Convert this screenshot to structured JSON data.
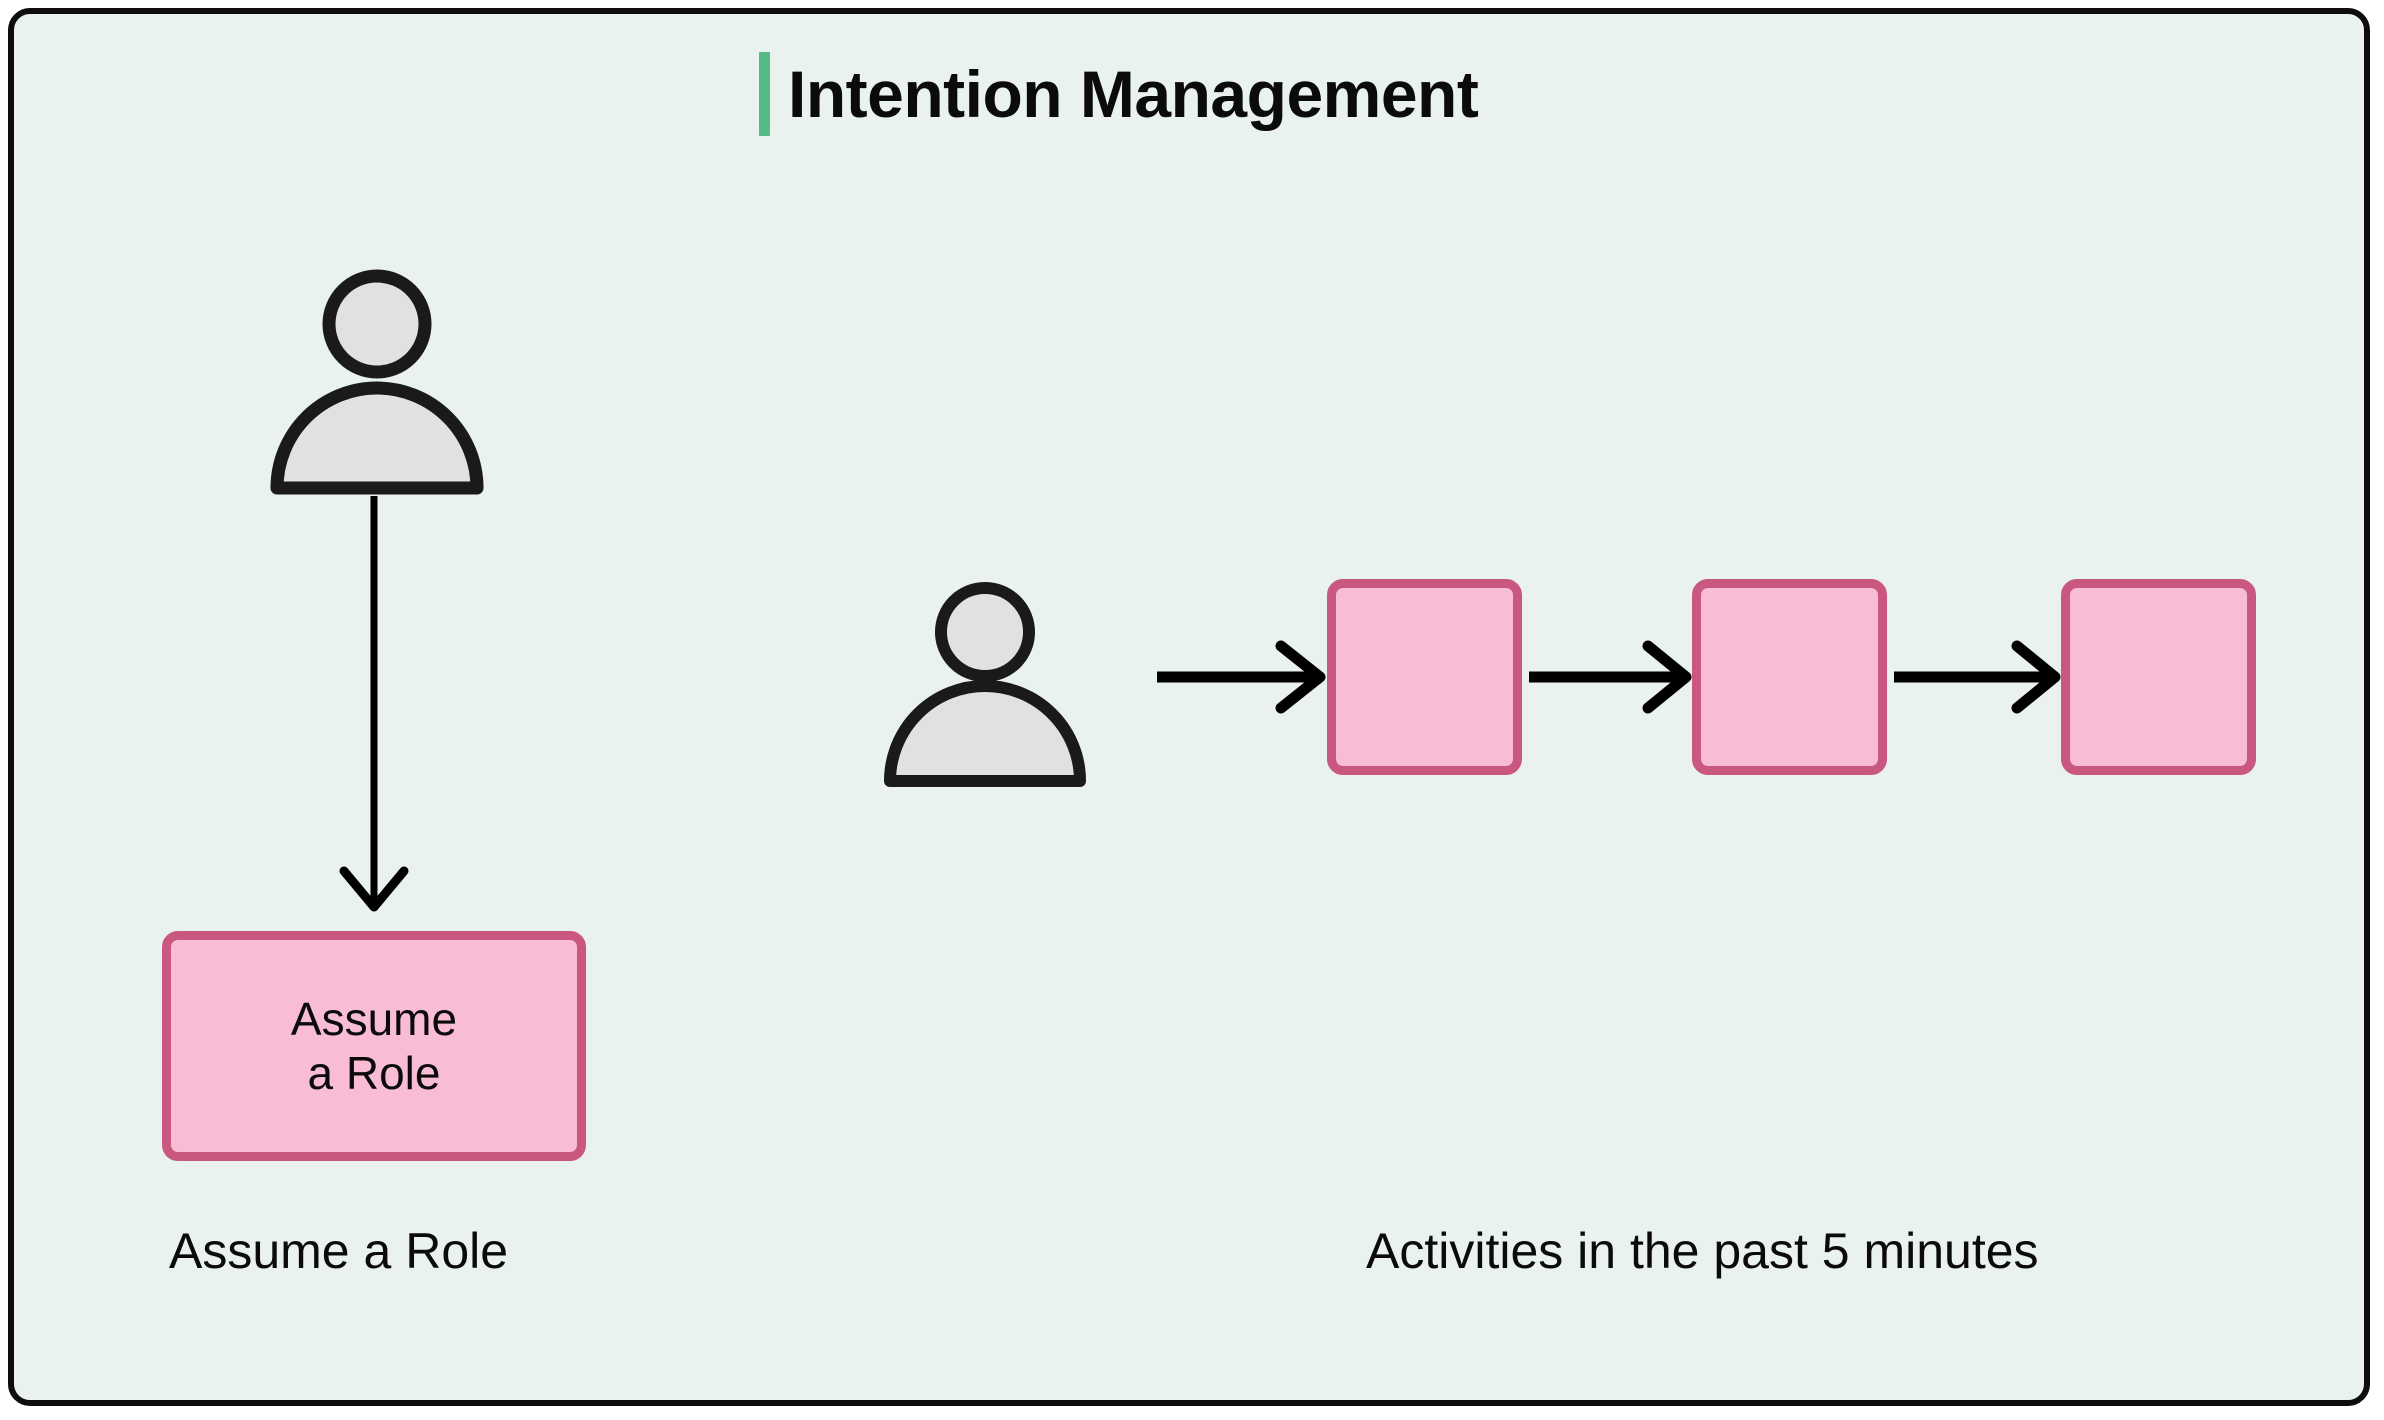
{
  "panel": {
    "background_color": "#E9F2EF",
    "border_color": "#0D0D0D"
  },
  "header": {
    "title": "Intention Management",
    "accent_color": "#53BB86"
  },
  "colors": {
    "pink_fill": "#F9BCD5",
    "pink_border": "#C95780",
    "person_fill": "#E2E1E1",
    "person_stroke": "#1A1A1A",
    "arrow": "#000000",
    "text": "#0B0B0B"
  },
  "left_group": {
    "actor_icon": "person-icon",
    "node_label": "Assume\na Role",
    "caption": "Assume a Role",
    "arrow": {
      "direction": "down",
      "from": "person-icon",
      "to": "assume-a-role-node"
    }
  },
  "right_group": {
    "actor_icon": "person-icon",
    "caption": "Activities in the past 5 minutes",
    "activities": [
      {
        "label": ""
      },
      {
        "label": ""
      },
      {
        "label": ""
      }
    ],
    "arrows": [
      {
        "direction": "right",
        "from": "person-icon",
        "to": "activity-1"
      },
      {
        "direction": "right",
        "from": "activity-1",
        "to": "activity-2"
      },
      {
        "direction": "right",
        "from": "activity-2",
        "to": "activity-3"
      }
    ]
  }
}
